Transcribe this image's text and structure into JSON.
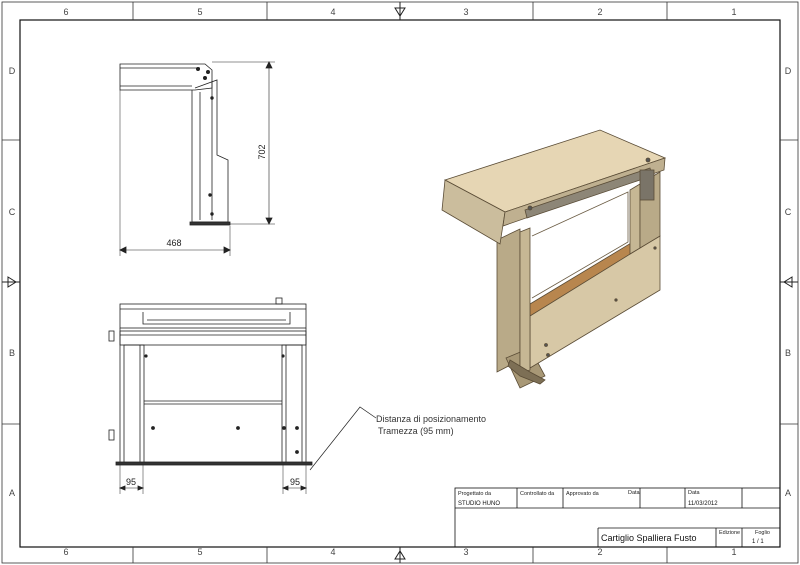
{
  "zones": {
    "columns": [
      "6",
      "5",
      "4",
      "3",
      "2",
      "1"
    ],
    "rows": [
      "D",
      "C",
      "B",
      "A"
    ]
  },
  "dimensions": {
    "side_height": "702",
    "side_width": "468",
    "front_left_offset": "95",
    "front_right_offset": "95"
  },
  "annotation": {
    "line1": "Distanza di posizionamento",
    "line2": "Tramezza (95 mm)"
  },
  "title_block": {
    "designed_by_label": "Progettato da",
    "designed_by_value": "STUDIO HUNO",
    "checked_by_label": "Controllato da",
    "approved_by_label": "Approvato da",
    "date_label_1": "Data",
    "date_label_2": "Data",
    "date_value": "11/03/2012",
    "title": "Cartiglio Spalliera Fusto",
    "edition_label": "Edizione",
    "sheet_label": "Foglio",
    "sheet_value": "1 / 1"
  },
  "colors": {
    "plywood_top": "#e6d6b4",
    "plywood_side": "#cbbd9d",
    "plywood_dark": "#a89876",
    "rail": "#b8864e",
    "line": "#222222"
  }
}
